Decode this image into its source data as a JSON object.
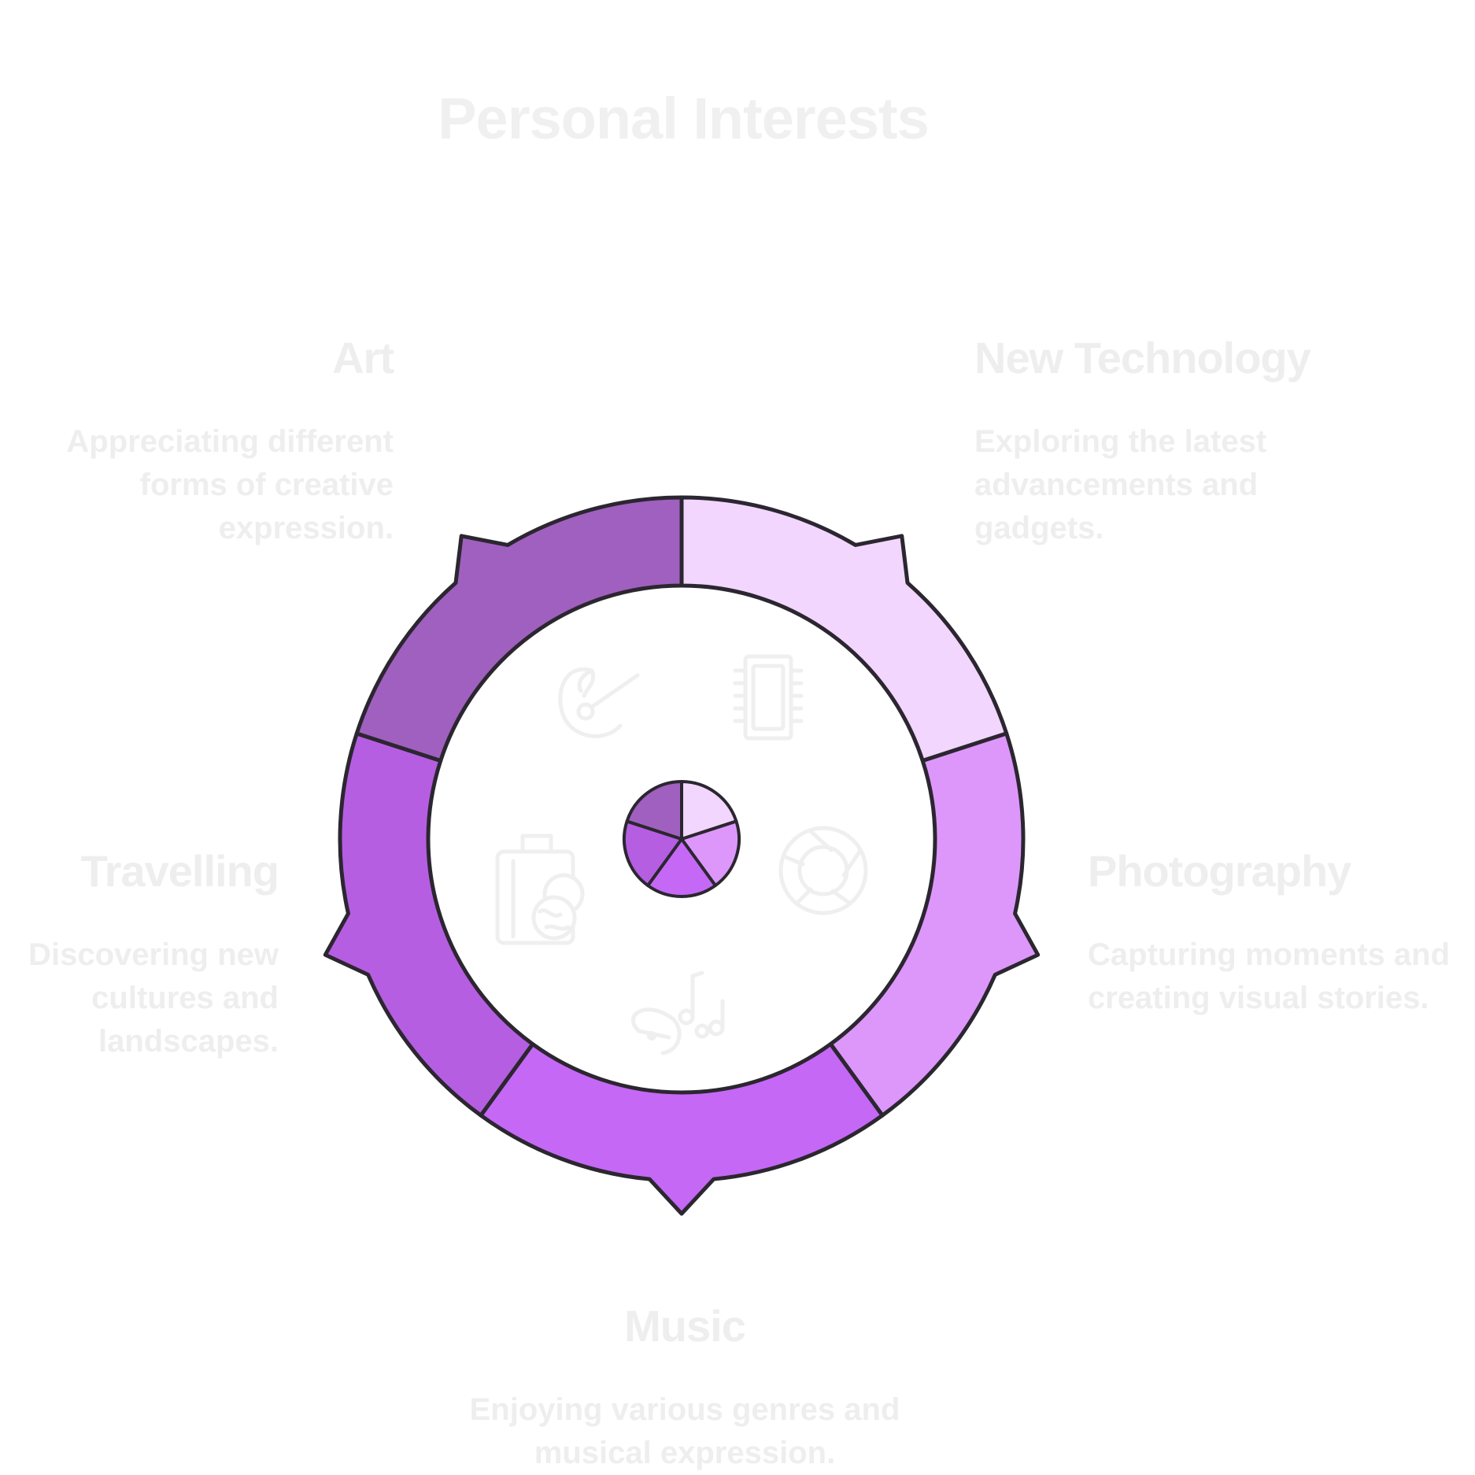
{
  "title": "Personal Interests",
  "segments": [
    {
      "key": "tech",
      "label": "New Technology",
      "description": "Exploring the latest advancements and gadgets.",
      "color": "#f2d6fd",
      "icon": "chip-icon"
    },
    {
      "key": "photo",
      "label": "Photography",
      "description": "Capturing moments and creating visual stories.",
      "color": "#dd97fb",
      "icon": "camera-aperture-icon"
    },
    {
      "key": "music",
      "label": "Music",
      "description": "Enjoying various genres and musical expression.",
      "color": "#c568f5",
      "icon": "music-notes-icon"
    },
    {
      "key": "travel",
      "label": "Travelling",
      "description": "Discovering new cultures and landscapes.",
      "color": "#b65ee2",
      "icon": "suitcase-globe-icon"
    },
    {
      "key": "art",
      "label": "Art",
      "description": "Appreciating different forms of creative expression.",
      "color": "#a060bf",
      "icon": "palette-brush-icon"
    }
  ],
  "colors": {
    "outline": "#2b2630",
    "text": "#eeeeee",
    "icon": "#efefef"
  }
}
